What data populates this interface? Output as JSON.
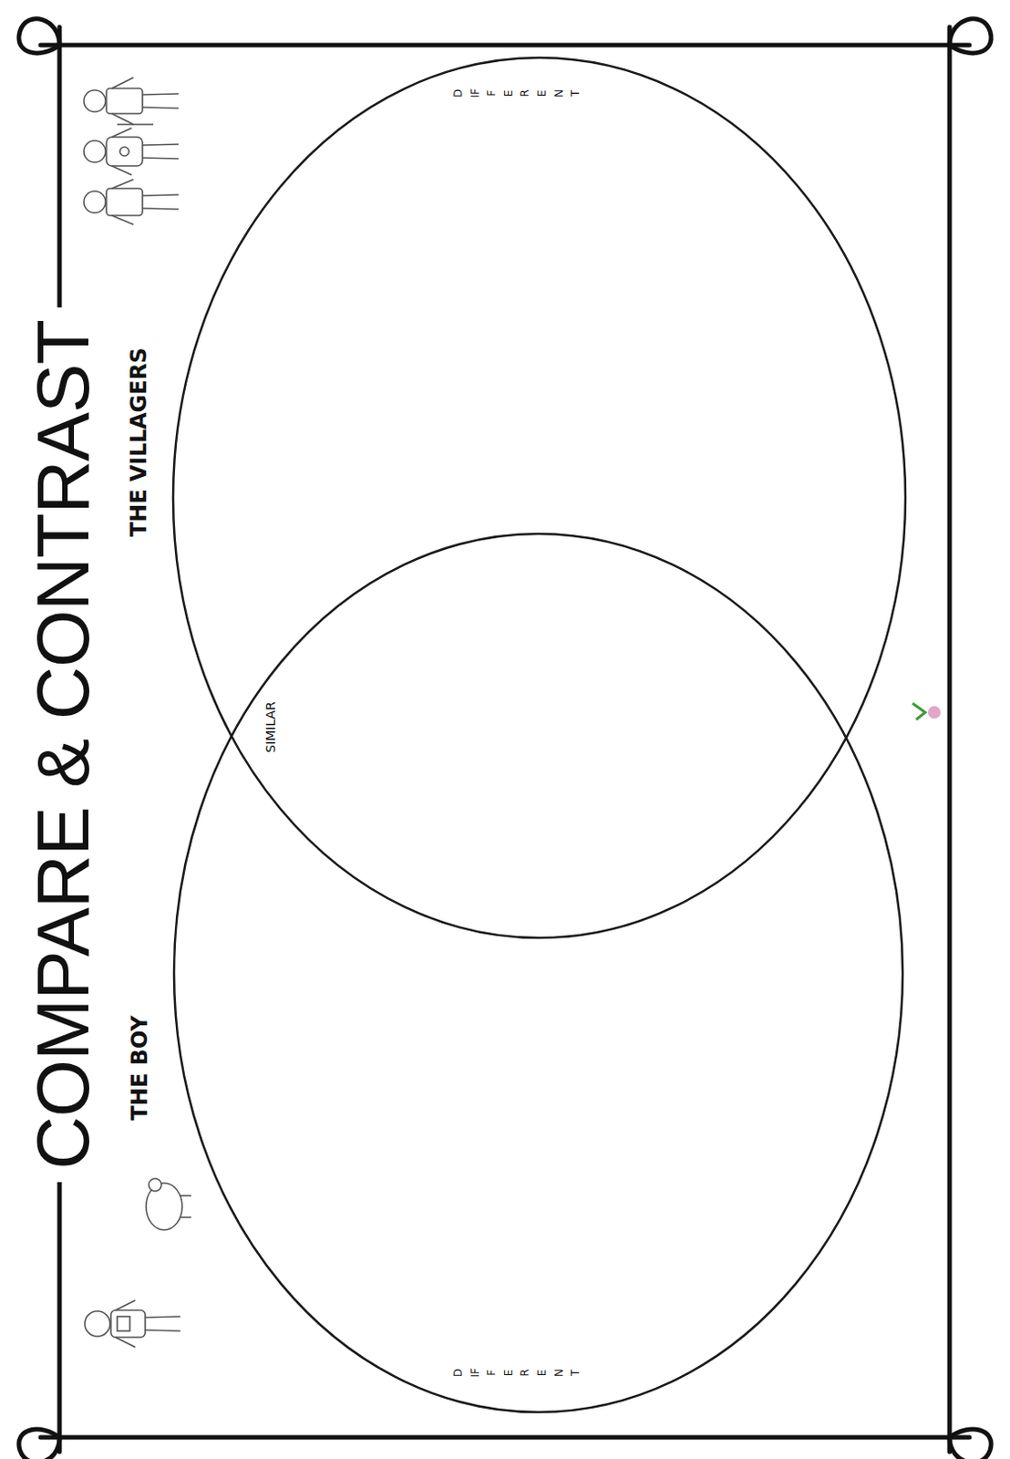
{
  "diagram": {
    "title": "COMPARE & CONTRAST",
    "nodes": [
      {
        "text": [
          "THE BOY",
          "DIFFERENT"
        ]
      },
      {
        "text": [
          "THE VILLAGERS",
          "DIFFERENT"
        ]
      }
    ],
    "labels": [
      "SIMILAR"
    ]
  }
}
